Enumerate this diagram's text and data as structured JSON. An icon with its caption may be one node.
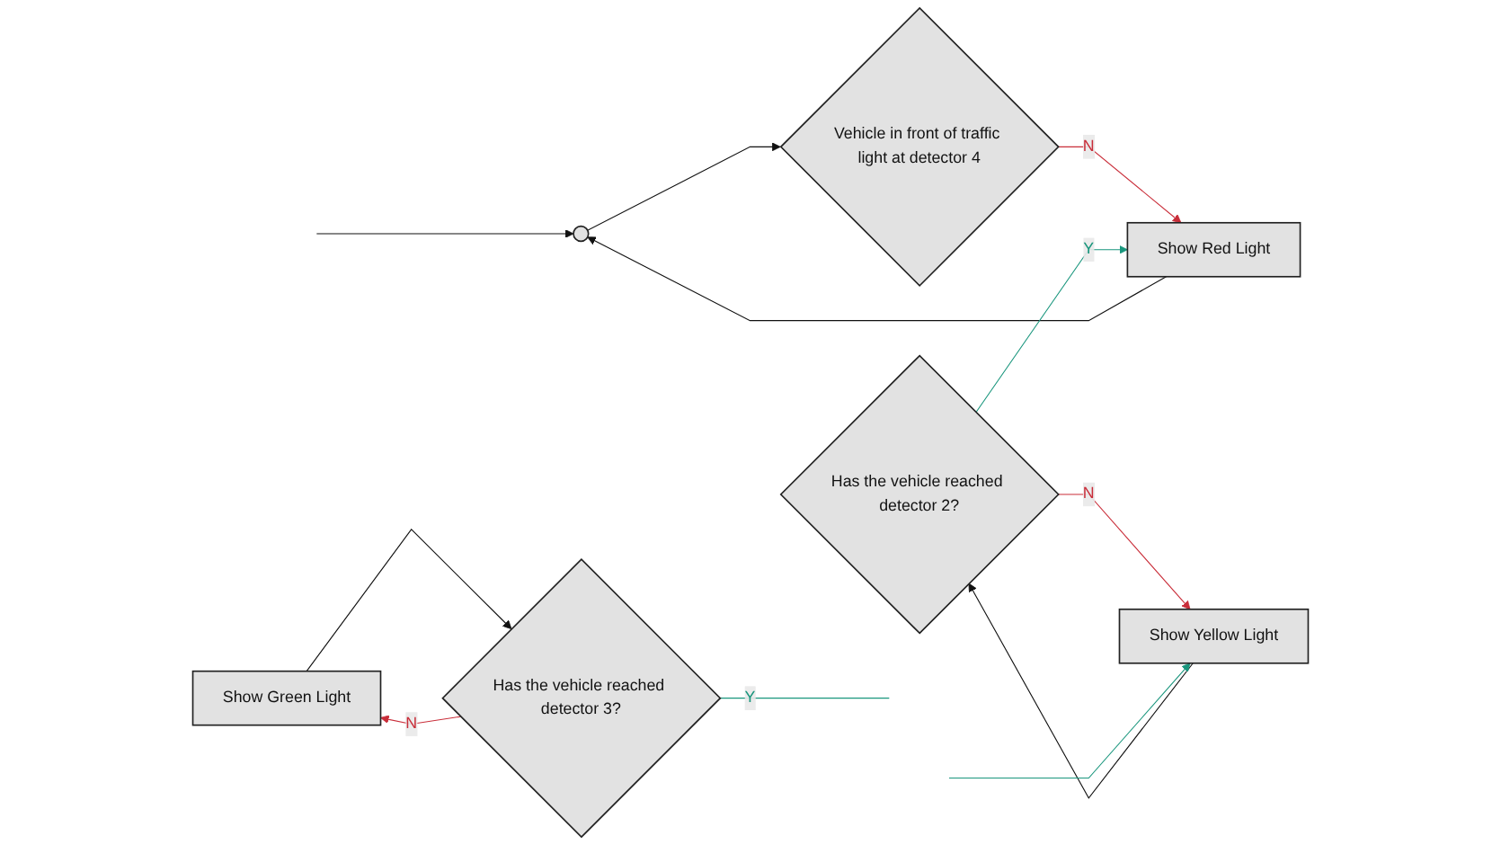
{
  "diagram": {
    "nodes": [
      {
        "text": [],
        "shape": "circle"
      },
      {
        "text": [
          "Vehicle in front of traffic light at detector 4"
        ]
      },
      {
        "text": [
          "Show Red Light"
        ]
      },
      {
        "text": [
          "Has the vehicle reached detector 2?"
        ]
      },
      {
        "text": [
          "Show Yellow Light"
        ]
      },
      {
        "text": [
          "Show Green Light"
        ]
      },
      {
        "text": [
          "Has the vehicle reached detector 3?"
        ]
      }
    ],
    "edges": [
      {
        "from": null,
        "to": 0,
        "arrow": "to"
      },
      {
        "from": 0,
        "to": 1,
        "arrow": "to"
      },
      {
        "from": 1,
        "to": 2,
        "arrow": "to",
        "label": "N",
        "color": "#c92d39"
      },
      {
        "from": 2,
        "to": 0,
        "arrow": "to"
      },
      {
        "from": 3,
        "to": 2,
        "arrow": "to",
        "label": "Y",
        "color": "#19967d"
      },
      {
        "from": 3,
        "to": 4,
        "arrow": "to",
        "label": "N",
        "color": "#c92d39"
      },
      {
        "from": 4,
        "to": 3,
        "arrow": "to"
      },
      {
        "from": null,
        "to": 4,
        "arrow": "to",
        "color": "#19967d"
      },
      {
        "from": 5,
        "to": 6,
        "arrow": "to"
      },
      {
        "from": 6,
        "to": 5,
        "arrow": "to",
        "label": "N",
        "color": "#c92d39"
      },
      {
        "from": 6,
        "to": null,
        "arrow": "none",
        "label": "Y",
        "color": "#19967d"
      }
    ]
  }
}
